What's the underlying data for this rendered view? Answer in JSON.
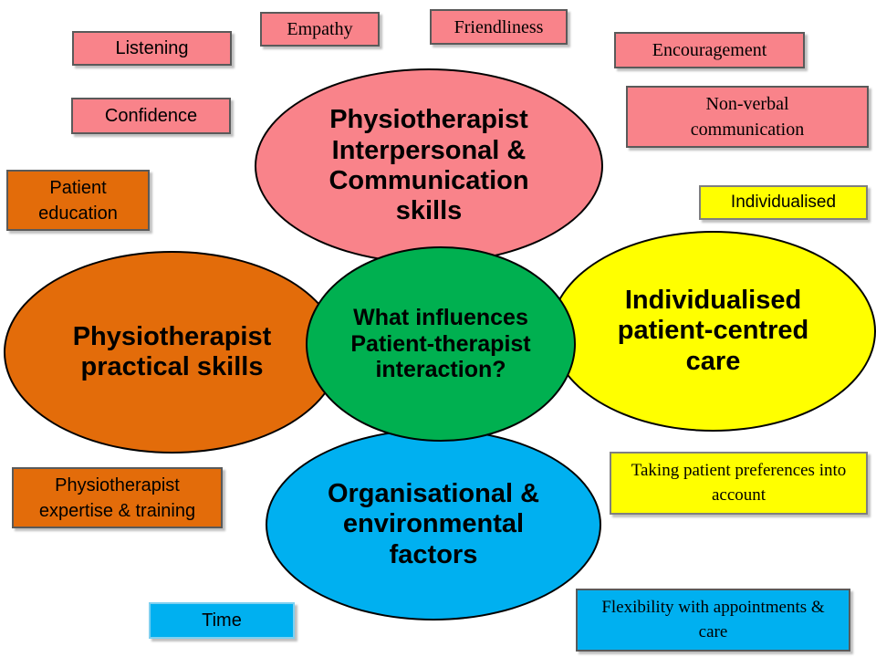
{
  "colors": {
    "pink": "#f9838a",
    "orange": "#e36c0a",
    "yellow": "#ffff00",
    "blue": "#00b0f0",
    "green": "#00b050"
  },
  "center": {
    "label": "What influences Patient-therapist interaction?"
  },
  "hubs": {
    "communication": "Physiotherapist Interpersonal & Communication skills",
    "practical": "Physiotherapist practical skills",
    "individualised": "Individualised patient-centred care",
    "organisational": "Organisational & environmental factors"
  },
  "boxes": {
    "listening": "Listening",
    "empathy": "Empathy",
    "friendliness": "Friendliness",
    "encouragement": "Encouragement",
    "confidence": "Confidence",
    "nonverbal": "Non-verbal communication",
    "patient_education": "Patient education",
    "individualised": "Individualised",
    "expertise": "Physiotherapist expertise & training",
    "preferences": "Taking patient preferences into account",
    "time": "Time",
    "flexibility": "Flexibility with appointments & care"
  }
}
